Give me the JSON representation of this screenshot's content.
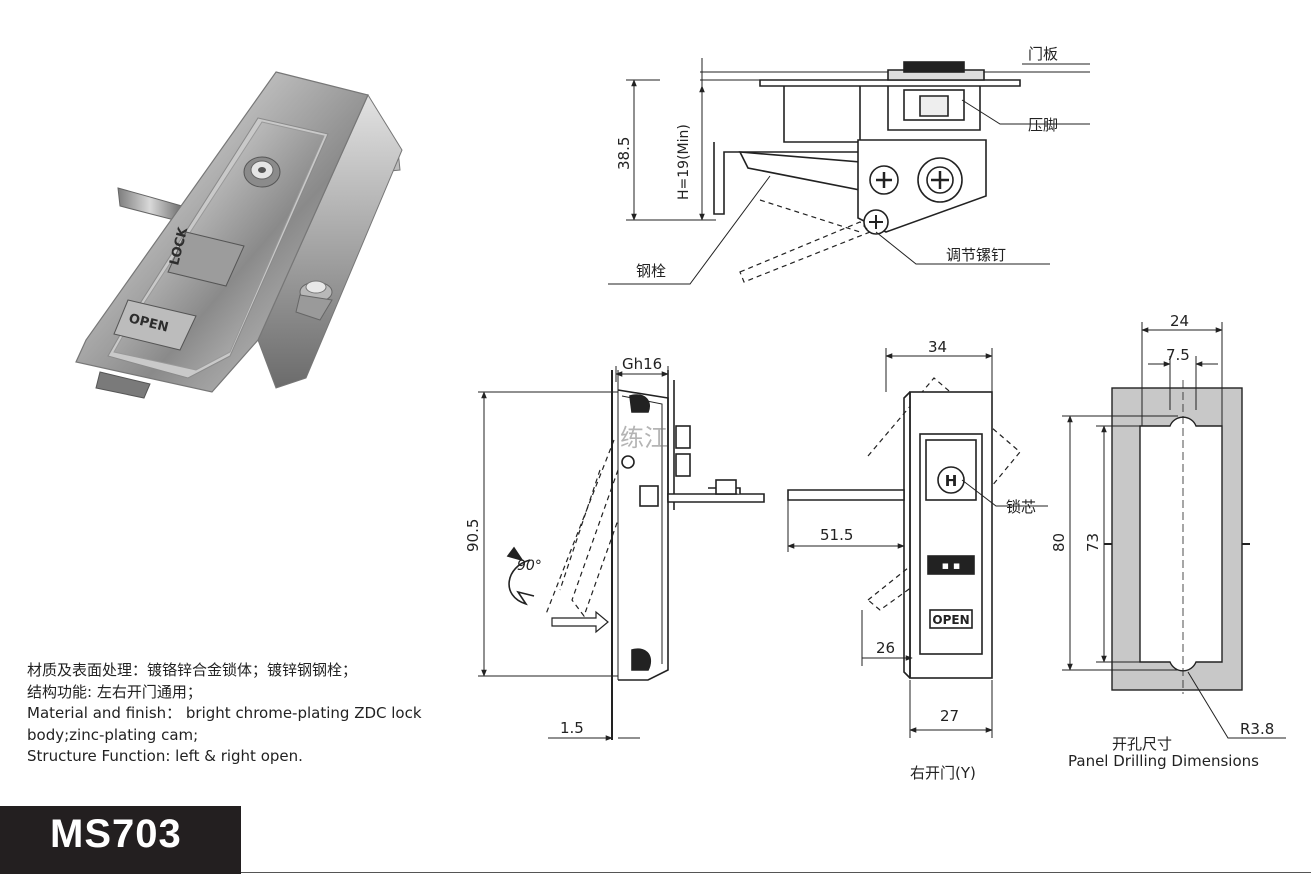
{
  "model": "MS703",
  "description": {
    "line1": "材质及表面处理：镀铬锌合金锁体；镀锌钢钢栓；",
    "line2": "结构功能: 左右开门通用；",
    "line3": "Material and finish： bright chrome-plating ZDC lock",
    "line4": "body;zinc-plating cam;",
    "line5": "Structure Function: left & right open."
  },
  "photo_labels": {
    "plate_upper": "LOCK",
    "plate_lower": "OPEN"
  },
  "top_view": {
    "label_door_panel": "门板",
    "label_press_foot": "压脚",
    "label_steel_bolt": "钢栓",
    "label_adjust_screw": "调节镙钉",
    "dim_height": "38.5",
    "dim_h_min": "H=19(Min)"
  },
  "side_view": {
    "dim_gh": "Gh16",
    "dim_height": "90.5",
    "dim_thickness": "1.5",
    "angle": "90°",
    "watermark": "练江"
  },
  "front_view": {
    "dim_width_top": "34",
    "dim_cam": "51.5",
    "dim_26": "26",
    "dim_width_bottom": "27",
    "label_lock_core": "锁芯",
    "plate_text": "OPEN",
    "caption": "右开门(Y)"
  },
  "drilling": {
    "dim_24": "24",
    "dim_7_5": "7.5",
    "dim_80": "80",
    "dim_73": "73",
    "dim_r": "R3.8",
    "caption_cn": "开孔尺寸",
    "caption_en": "Panel Drilling Dimensions"
  }
}
